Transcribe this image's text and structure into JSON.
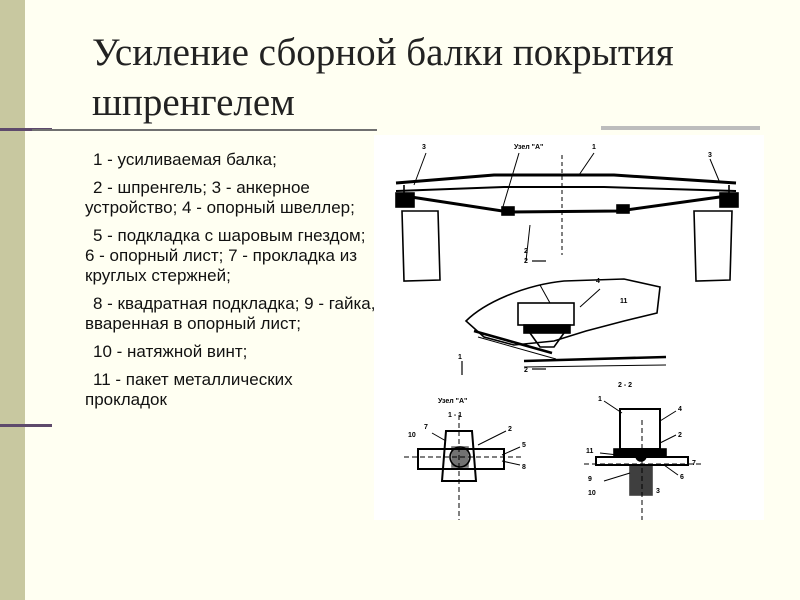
{
  "slide": {
    "title": "Усиление сборной балки покрытия шпренгелем",
    "items": [
      "1 - усиливаемая балка;",
      "2 - шпренгель; 3 - анкерное устройство; 4 - опорный швеллер;",
      "5 - подкладка с шаровым гнездом; 6 - опорный лист; 7 - прокладка из круглых стержней;",
      "8 - квадратная подкладка; 9 - гайка, вваренная в опорный лист;",
      "10 - натяжной винт;",
      "11 - пакет металлических прокладок"
    ]
  },
  "figure": {
    "node_label": "Узел \"А\"",
    "section_1": "1 - 1",
    "section_2": "2 - 2",
    "n1": "1",
    "n2": "2",
    "n3": "3",
    "n4": "4",
    "n5": "5",
    "n6": "6",
    "n7": "7",
    "n8": "8",
    "n9": "9",
    "n10": "10",
    "n11": "11"
  }
}
